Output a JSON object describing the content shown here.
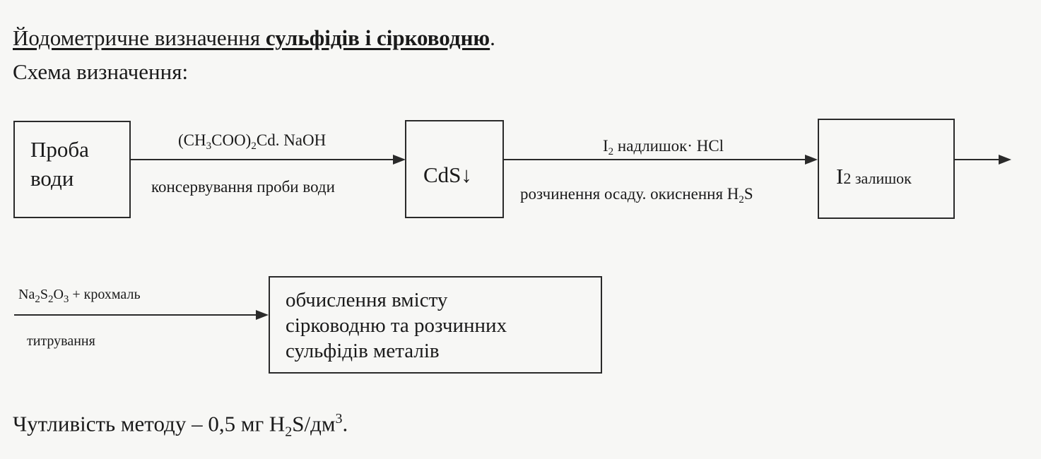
{
  "title": {
    "part1": "Йодометричне визначення ",
    "part2": "сульфідів і сірководню",
    "end": "."
  },
  "subtitle": "Схема визначення:",
  "boxes": {
    "sample_line1": "Проба",
    "sample_line2": "води",
    "cds": "CdS↓",
    "iodine_main": "I",
    "iodine_sub": "2",
    "iodine_rest": " залишок",
    "result_line1": "обчислення вмісту",
    "result_line2": "сірководню та розчинних",
    "result_line3": "сульфідів металів"
  },
  "labels": {
    "reagent1_a": "(CH",
    "reagent1_sub1": "3",
    "reagent1_b": "COO)",
    "reagent1_sub2": "2",
    "reagent1_c": "Cd. NaOH",
    "step1": "консервування проби води",
    "reagent2_a": "I",
    "reagent2_sub": "2",
    "reagent2_b": " надлишок· HCl",
    "step2_a": "розчинення осаду. окиснення H",
    "step2_sub": "2",
    "step2_b": "S",
    "reagent3_a": "Na",
    "reagent3_sub1": "2",
    "reagent3_b": "S",
    "reagent3_sub2": "2",
    "reagent3_c": "O",
    "reagent3_sub3": "3",
    "reagent3_d": " + крохмаль",
    "step3": "титрування"
  },
  "footer": {
    "a": "Чутливість методу – 0,5 мг H",
    "sub": "2",
    "b": "S/дм",
    "sup": "3",
    "end": "."
  }
}
